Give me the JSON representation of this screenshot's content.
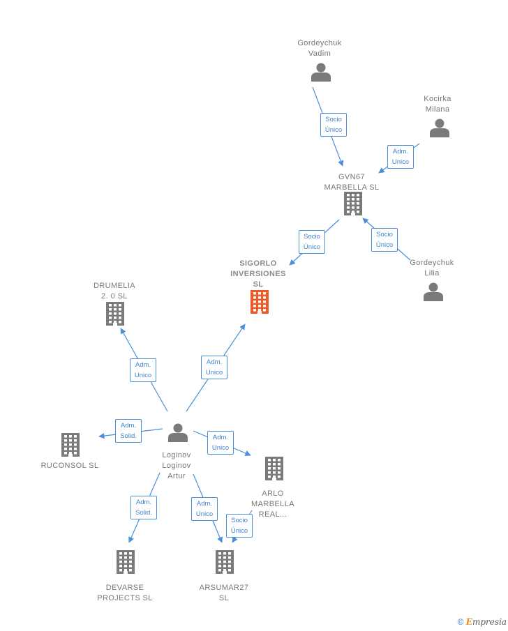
{
  "nodes": [
    {
      "id": "vadim",
      "kind": "person",
      "label": [
        "Gordeychuk",
        "Vadim"
      ],
      "focus": false
    },
    {
      "id": "milana",
      "kind": "person",
      "label": [
        "Kocirka",
        "Milana"
      ],
      "focus": false
    },
    {
      "id": "gvn67",
      "kind": "company",
      "label": [
        "GVN67",
        "MARBELLA  SL"
      ],
      "focus": false
    },
    {
      "id": "lilia",
      "kind": "person",
      "label": [
        "Gordeychuk",
        "Lilia"
      ],
      "focus": false
    },
    {
      "id": "sigorlo",
      "kind": "company",
      "label": [
        "SIGORLO",
        "INVERSIONES",
        "SL"
      ],
      "focus": true
    },
    {
      "id": "drumelia",
      "kind": "company",
      "label": [
        "DRUMELIA",
        "2. 0  SL"
      ],
      "focus": false
    },
    {
      "id": "loginov",
      "kind": "person",
      "label": [
        "Loginov",
        "Loginov",
        "Artur"
      ],
      "focus": false
    },
    {
      "id": "ruconsol",
      "kind": "company",
      "label": [
        "RUCONSOL  SL"
      ],
      "focus": false
    },
    {
      "id": "arlo",
      "kind": "company",
      "label": [
        "ARLO",
        "MARBELLA",
        "REAL..."
      ],
      "focus": false
    },
    {
      "id": "devarse",
      "kind": "company",
      "label": [
        "DEVARSE",
        "PROJECTS  SL"
      ],
      "focus": false
    },
    {
      "id": "arsumar",
      "kind": "company",
      "label": [
        "ARSUMAR27",
        "SL"
      ],
      "focus": false
    }
  ],
  "edges": [
    {
      "from": "vadim",
      "to": "gvn67",
      "label": [
        "Socio",
        "Único"
      ]
    },
    {
      "from": "milana",
      "to": "gvn67",
      "label": [
        "Adm.",
        "Unico"
      ]
    },
    {
      "from": "lilia",
      "to": "gvn67",
      "label": [
        "Socio",
        "Único"
      ]
    },
    {
      "from": "gvn67",
      "to": "sigorlo",
      "label": [
        "Socio",
        "Único"
      ]
    },
    {
      "from": "loginov",
      "to": "drumelia",
      "label": [
        "Adm.",
        "Unico"
      ]
    },
    {
      "from": "loginov",
      "to": "sigorlo",
      "label": [
        "Adm.",
        "Unico"
      ]
    },
    {
      "from": "loginov",
      "to": "ruconsol",
      "label": [
        "Adm.",
        "Solid."
      ]
    },
    {
      "from": "loginov",
      "to": "arlo",
      "label": [
        "Adm.",
        "Unico"
      ]
    },
    {
      "from": "loginov",
      "to": "devarse",
      "label": [
        "Adm.",
        "Solid."
      ]
    },
    {
      "from": "loginov",
      "to": "arsumar",
      "label": [
        "Adm.",
        "Unico"
      ]
    },
    {
      "from": "arlo",
      "to": "arsumar",
      "label": [
        "Socio",
        "Único"
      ]
    }
  ],
  "colors": {
    "edge": "#4a8fd8",
    "node_gray": "#7a7a7a",
    "node_focus": "#f05a28"
  },
  "footer": {
    "copyright": "©",
    "brand_e": "E",
    "brand_rest": "mpresia"
  }
}
